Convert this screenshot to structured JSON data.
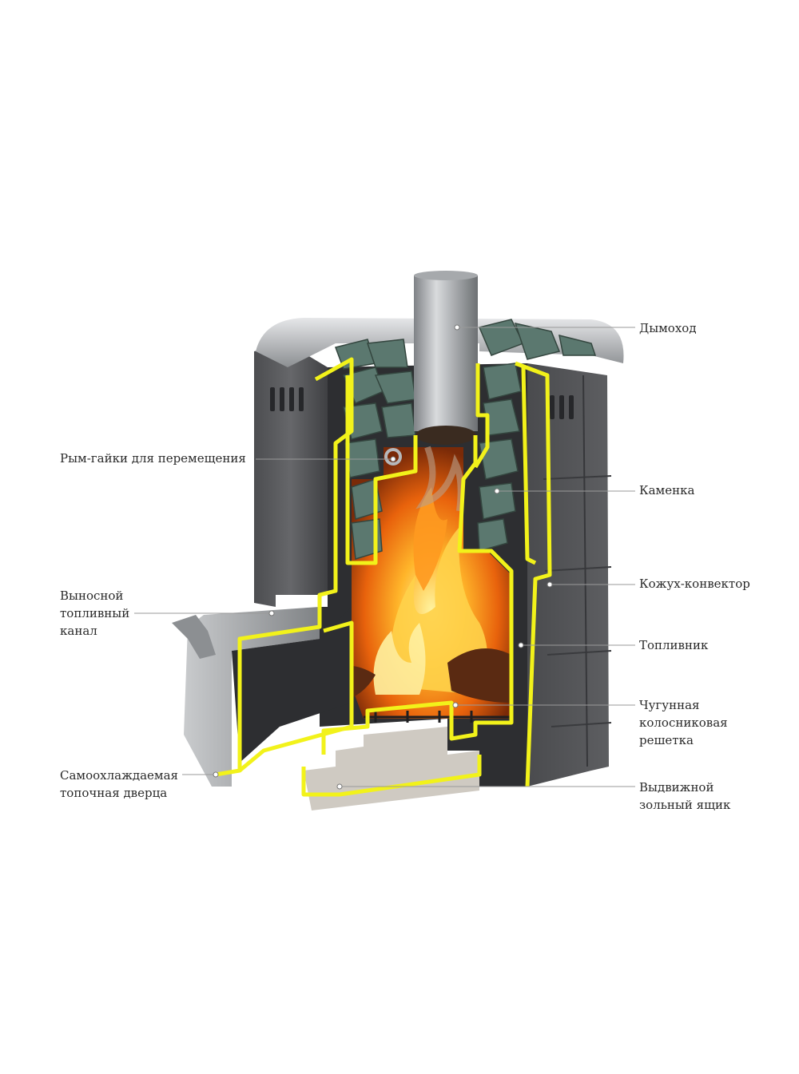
{
  "colors": {
    "outline": "#f2f21a",
    "body": "#5f6063",
    "body_dark": "#3e3f42",
    "steel": "#b9bcbf",
    "fire": "#ff8a1a",
    "stone": "#5e7a70"
  },
  "labels": {
    "chimney": {
      "lines": [
        "Дымоход"
      ]
    },
    "eye_nuts": {
      "lines": [
        "Рым-гайки для перемещения"
      ]
    },
    "stones": {
      "lines": [
        "Каменка"
      ]
    },
    "casing": {
      "lines": [
        "Кожух-конвектор"
      ]
    },
    "fuel_channel": {
      "lines": [
        "Выносной",
        "топливный",
        "канал"
      ]
    },
    "firebox": {
      "lines": [
        "Топливник"
      ]
    },
    "grate": {
      "lines": [
        "Чугунная",
        "колосниковая",
        "решетка"
      ]
    },
    "door": {
      "lines": [
        "Самоохлаждаемая",
        "топочная дверца"
      ]
    },
    "ash_box": {
      "lines": [
        "Выдвижной",
        "зольный ящик"
      ]
    }
  }
}
